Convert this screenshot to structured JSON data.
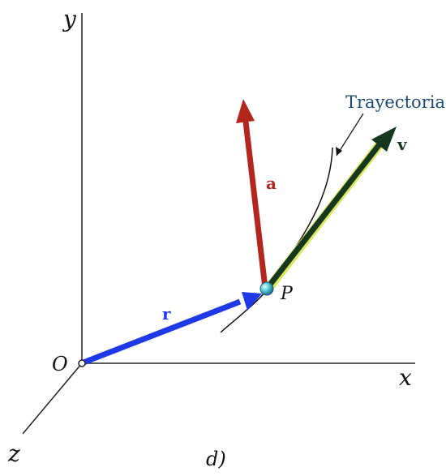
{
  "axes": {
    "x_label": "x",
    "y_label": "y",
    "z_label": "z",
    "origin_label": "O"
  },
  "point": {
    "label": "P"
  },
  "vectors": {
    "r": {
      "label": "r",
      "color": "#1d39e8"
    },
    "a": {
      "label": "a",
      "color": "#b3261e"
    },
    "v": {
      "label": "v",
      "color": "#15381f",
      "highlight": "#d8e85a"
    }
  },
  "trajectory": {
    "label": "Trayectoria"
  },
  "caption": "d)"
}
